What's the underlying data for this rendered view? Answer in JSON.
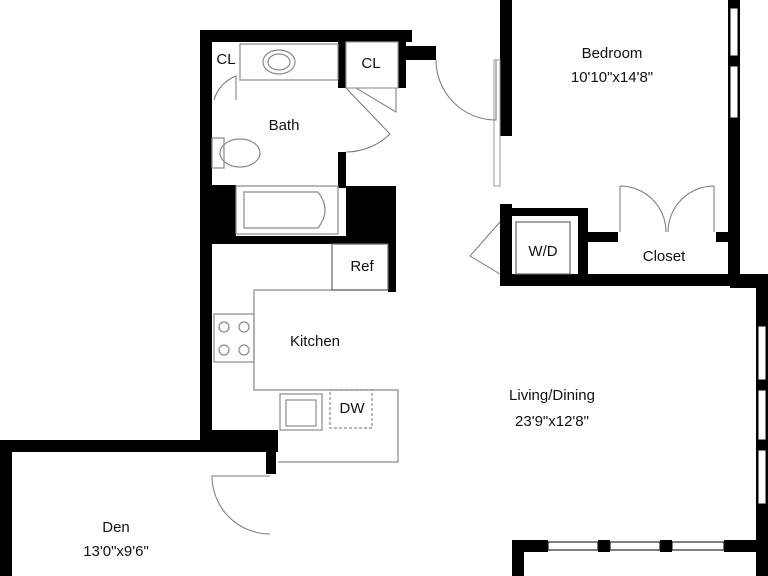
{
  "rooms": {
    "bedroom": {
      "name": "Bedroom",
      "dimensions": "10'10\"x14'8\""
    },
    "bath": {
      "name": "Bath"
    },
    "closet_bath": {
      "name": "CL"
    },
    "closet_hall": {
      "name": "CL"
    },
    "kitchen": {
      "name": "Kitchen"
    },
    "living_dining": {
      "name": "Living/Dining",
      "dimensions": "23'9\"x12'8\""
    },
    "den": {
      "name": "Den",
      "dimensions": "13'0\"x9'6\""
    },
    "closet_bedroom": {
      "name": "Closet"
    }
  },
  "fixtures": {
    "refrigerator": "Ref",
    "dishwasher": "DW",
    "washer_dryer": "W/D"
  },
  "colors": {
    "wall": "#000000",
    "fixture_line": "#8a8a8a",
    "background": "#ffffff"
  }
}
